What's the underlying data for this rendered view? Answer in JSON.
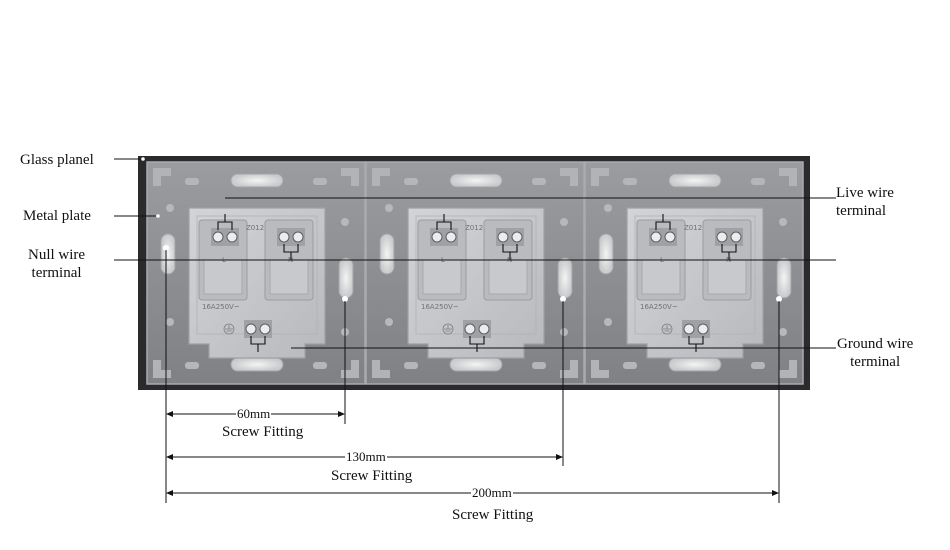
{
  "callouts": {
    "glass_panel": "Glass planel",
    "metal_plate": "Metal plate",
    "null_wire": [
      "Null wire",
      "terminal"
    ],
    "live_wire": [
      "Live wire",
      "terminal"
    ],
    "ground_wire": [
      "Ground wire",
      "terminal"
    ]
  },
  "module_marks": {
    "top_code": "Z012",
    "rating": "16A250V~",
    "live_letter": "L",
    "null_letter": "N"
  },
  "dimensions": [
    {
      "value": "60mm",
      "caption": "Screw Fitting"
    },
    {
      "value": "130mm",
      "caption": "Screw Fitting"
    },
    {
      "value": "200mm",
      "caption": "Screw Fitting"
    }
  ],
  "colors": {
    "panel": "#2b2b2d",
    "plate": "#8d8f93",
    "module": "#c4c6c9",
    "leader": "#111111"
  }
}
